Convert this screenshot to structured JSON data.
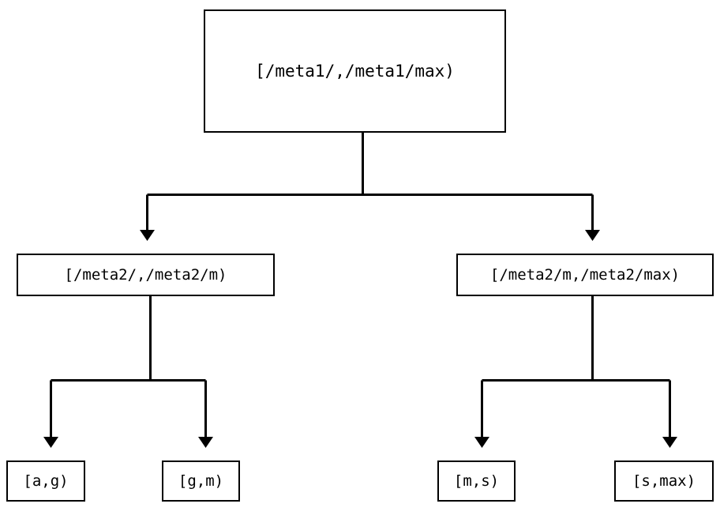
{
  "diagram": {
    "type": "binary-tree",
    "title": "",
    "background_color": "#ffffff",
    "line_color": "#000000",
    "text_color": "#000000",
    "nodes": {
      "root": {
        "label": "[/meta1/,/meta1/max)",
        "level": 0
      },
      "level2": [
        {
          "label": "[/meta2/,/meta2/m)",
          "level": 1
        },
        {
          "label": "[/meta2/m,/meta2/max)",
          "level": 1
        }
      ],
      "leaves": [
        {
          "label": "[a,g)",
          "level": 2
        },
        {
          "label": "[g,m)",
          "level": 2
        },
        {
          "label": "[m,s)",
          "level": 2
        },
        {
          "label": "[s,max)",
          "level": 2
        }
      ]
    },
    "edges": [
      {
        "from": "[/meta1/,/meta1/max)",
        "to": "[/meta2/,/meta2/m)"
      },
      {
        "from": "[/meta1/,/meta1/max)",
        "to": "[/meta2/m,/meta2/max)"
      },
      {
        "from": "[/meta2/,/meta2/m)",
        "to": "[a,g)"
      },
      {
        "from": "[/meta2/,/meta2/m)",
        "to": "[g,m)"
      },
      {
        "from": "[/meta2/m,/meta2/max)",
        "to": "[m,s)"
      },
      {
        "from": "[/meta2/m,/meta2/max)",
        "to": "[s,max)"
      }
    ],
    "arrow_icon": "triangle-down-arrowhead"
  }
}
